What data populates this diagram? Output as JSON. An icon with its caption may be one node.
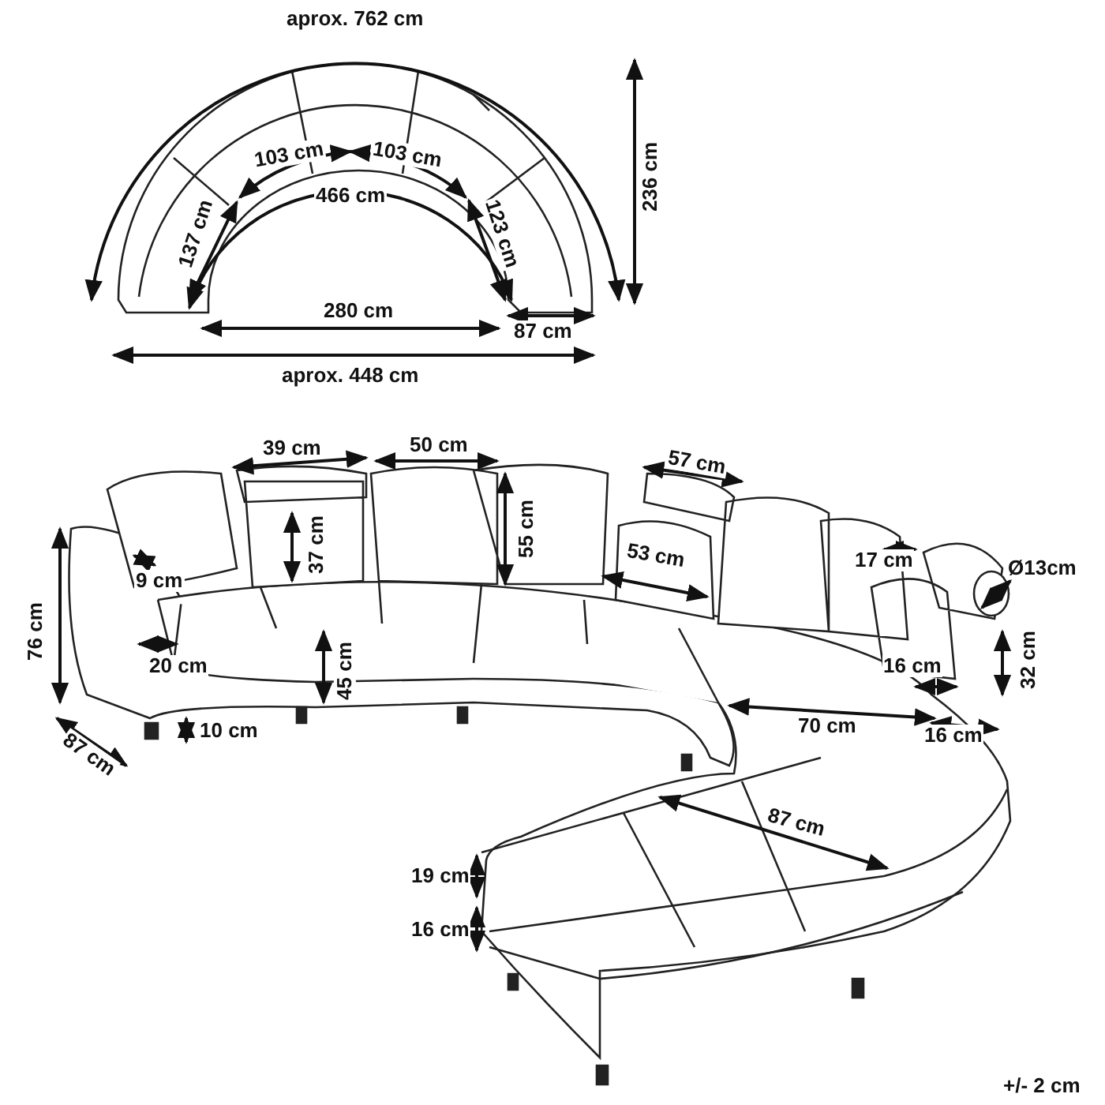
{
  "diagram": {
    "labels": [
      "aprox. 762 cm",
      "236 cm",
      "103 cm",
      "103 cm",
      "466 cm",
      "137 cm",
      "123 cm",
      "280 cm",
      "87 cm",
      "aprox. 448 cm",
      "39 cm",
      "50 cm",
      "57 cm",
      "37 cm",
      "55 cm",
      "53 cm",
      "17 cm",
      "Ø13cm",
      "76 cm",
      "9 cm",
      "20 cm",
      "45 cm",
      "16 cm",
      "32 cm",
      "10 cm",
      "70 cm",
      "16 cm",
      "87 cm",
      "87 cm",
      "19 cm",
      "16 cm",
      "+/- 2 cm"
    ]
  }
}
